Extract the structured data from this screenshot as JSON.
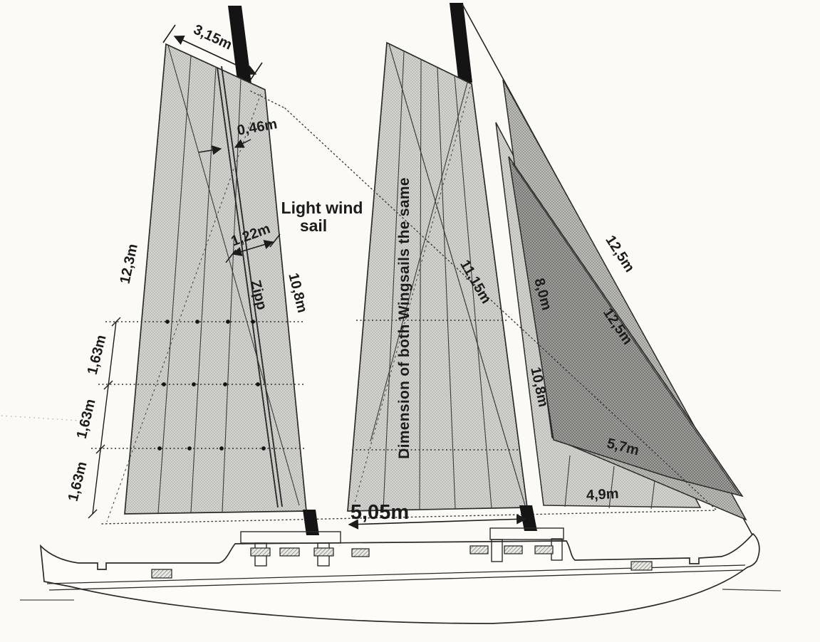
{
  "diagram": {
    "light_wind_sail": {
      "line1": "Light wind",
      "line2": "sail"
    },
    "wingsails_note": "Dimension of both Wingsails the same",
    "fore_wingsail": {
      "head_width": "3,15m",
      "luff": "12,3m",
      "leech": "10,8m",
      "zip_width": "0,46m",
      "zip_offset": "1,22m",
      "zip_label": "Zipp",
      "batten_spacing_1": "1,63m",
      "batten_spacing_2": "1,63m",
      "batten_spacing_3": "1,63m"
    },
    "aft_wingsail": {
      "diagonal": "11,15m",
      "mast_distance": "5,05m"
    },
    "headsails": {
      "genoa_luff": "12,5m",
      "genoa_leech": "12,5m",
      "jib_luff": "8,0m",
      "staysail_luff": "10,8m",
      "jib_foot": "5,7m",
      "staysail_foot": "4,9m"
    }
  },
  "palette": {
    "paper": "#fbfaf6",
    "ink": "#1c1c1c",
    "mast": "#141414",
    "sail_light_base": "#d3d3d0",
    "sail_light_dot": "#a6a6a3",
    "sail_medium_base": "#bcbcb8",
    "sail_medium_dot": "#8d8d8a",
    "sail_dark_base": "#a0a09c",
    "sail_dark_dot": "#6e6e6c",
    "window_base": "#e9e9e4",
    "window_line": "#787874"
  }
}
